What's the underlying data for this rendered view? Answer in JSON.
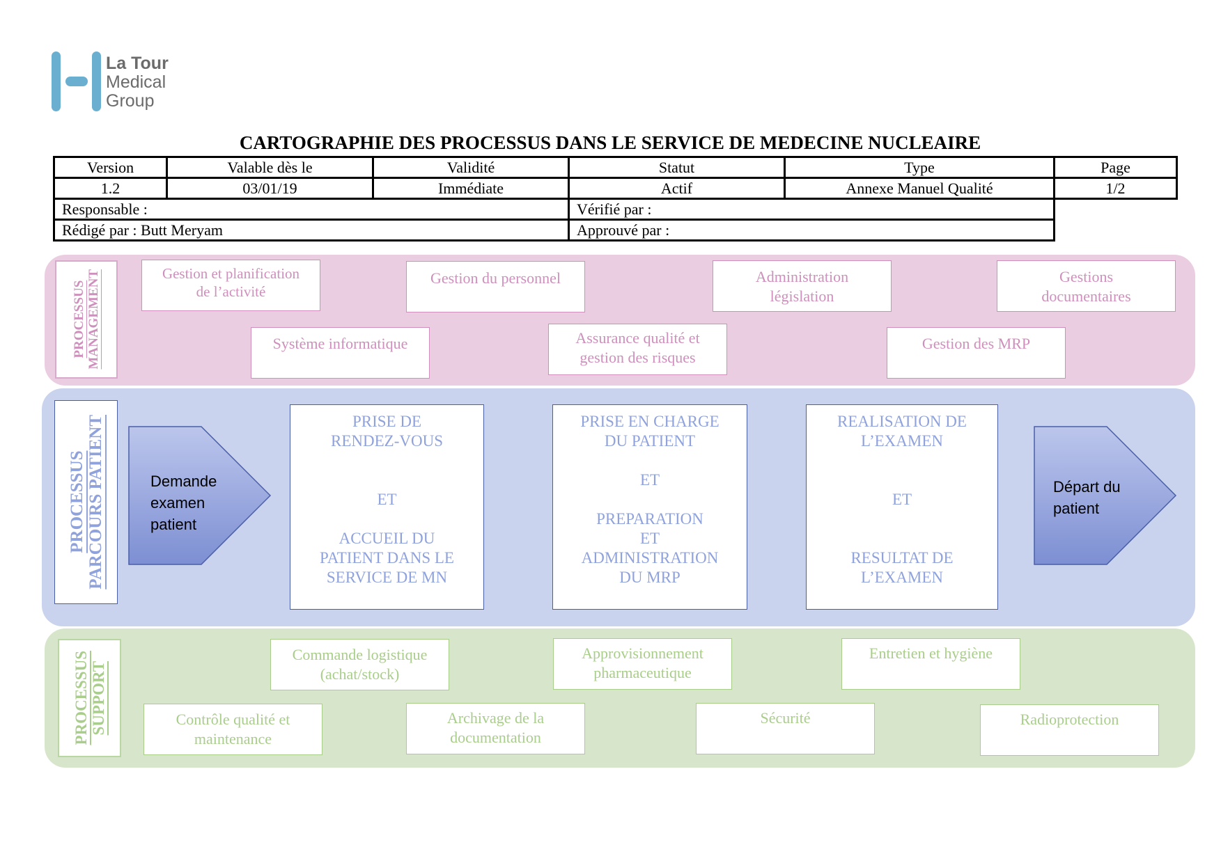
{
  "logo": {
    "line1": "La Tour",
    "line2": "Medical",
    "line3": "Group"
  },
  "title": "CARTOGRAPHIE DES PROCESSUS DANS LE SERVICE DE MEDECINE NUCLEAIRE",
  "header": {
    "columns": [
      "Version",
      "Valable dès le",
      "Validité",
      "Statut",
      "Type",
      "Page"
    ],
    "values": [
      "1.2",
      "03/01/19",
      "Immédiate",
      "Actif",
      "Annexe Manuel Qualité",
      "1/2"
    ],
    "responsable": "Responsable :",
    "verifie": "Vérifié par :",
    "redige": "Rédigé par :  Butt Meryam",
    "approuve": "Approuvé par :"
  },
  "management": {
    "label_line1": "PROCESSUS",
    "label_line2": "MANAGEMENT",
    "items": [
      "Gestion et planification\nde l’activité",
      "Gestion du personnel",
      "Administration\nlégislation",
      "Gestions\ndocumentaires",
      "Système informatique",
      "Assurance qualité et\ngestion des risques",
      "Gestion des MRP"
    ]
  },
  "patient": {
    "label_line1": "PROCESSUS",
    "label_line2": "PARCOURS PATIENT",
    "start": "Demande\nexamen\npatient",
    "end": "Départ du\npatient",
    "steps": [
      [
        "PRISE DE",
        "RENDEZ-VOUS",
        "",
        "",
        "ET",
        "",
        "",
        "ACCUEIL DU",
        "PATIENT DANS LE",
        "SERVICE DE MN"
      ],
      [
        "PRISE EN CHARGE",
        "DU PATIENT",
        "",
        "ET",
        "",
        "PREPARATION",
        "ET",
        "ADMINISTRATION",
        "DU MRP"
      ],
      [
        "REALISATION DE",
        "L’EXAMEN",
        "",
        "",
        "ET",
        "",
        "",
        "RESULTAT DE",
        "L’EXAMEN"
      ]
    ]
  },
  "support": {
    "label_line1": "PROCESSUS",
    "label_line2": "SUPPORT",
    "items": [
      "Commande logistique\n(achat/stock)",
      "Approvisionnement\npharmaceutique",
      "Entretien et hygiène",
      "Contrôle qualité et\nmaintenance",
      "Archivage de la\ndocumentation",
      "Sécurité",
      "Radioprotection"
    ]
  },
  "colors": {
    "logo": "#6aaed0",
    "management_band": "#ebcde2",
    "management_text": "#cf8fbc",
    "patient_band": "#cad3ee",
    "patient_text": "#8fa2dc",
    "arrow_fill": "#97a6da",
    "support_band": "#d7e6ca",
    "support_text": "#a9cd8a"
  }
}
